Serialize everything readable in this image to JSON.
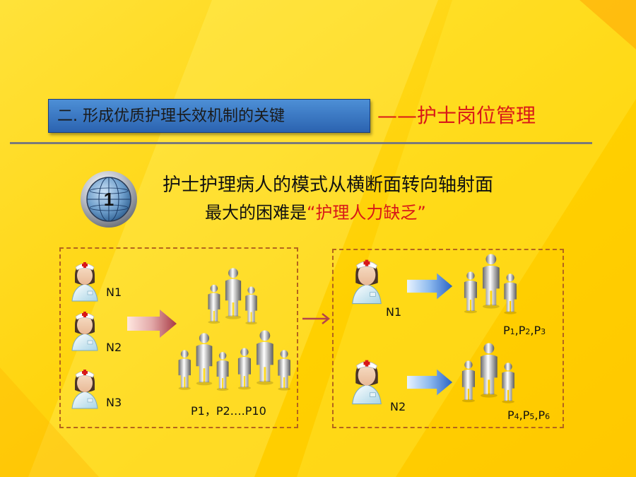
{
  "title": {
    "section": "二. 形成优质护理长效机制的关键",
    "dash": "——",
    "topic": "护士岗位管理"
  },
  "badge": {
    "number": "1"
  },
  "statement": {
    "line1": "护士护理病人的模式从横断面转向轴射面",
    "line2_prefix": "最大的困难是",
    "line2_highlight": "“护理人力缺乏”"
  },
  "left_panel": {
    "nurses": [
      "N1",
      "N2",
      "N3"
    ],
    "patients_label": "P1，P2….P10"
  },
  "right_panel": {
    "groups": [
      {
        "nurse": "N1",
        "patients": [
          "P",
          "1",
          ",P",
          "2",
          ",P",
          "3"
        ]
      },
      {
        "nurse": "N2",
        "patients": [
          "P",
          "4",
          ",P",
          "5",
          ",P",
          "6"
        ]
      }
    ]
  },
  "colors": {
    "background": "#ffd400",
    "accent_red": "#d81818",
    "title_box": "#3b78c6",
    "panel_border": "#b5651d",
    "arrow_red": "#b5454a",
    "arrow_blue": "#2f6fd0"
  },
  "icons": {
    "badge": "globe-icon",
    "nurse": "nurse-icon",
    "patient_group": "people-group-icon",
    "arrow": "right-arrow-icon"
  }
}
